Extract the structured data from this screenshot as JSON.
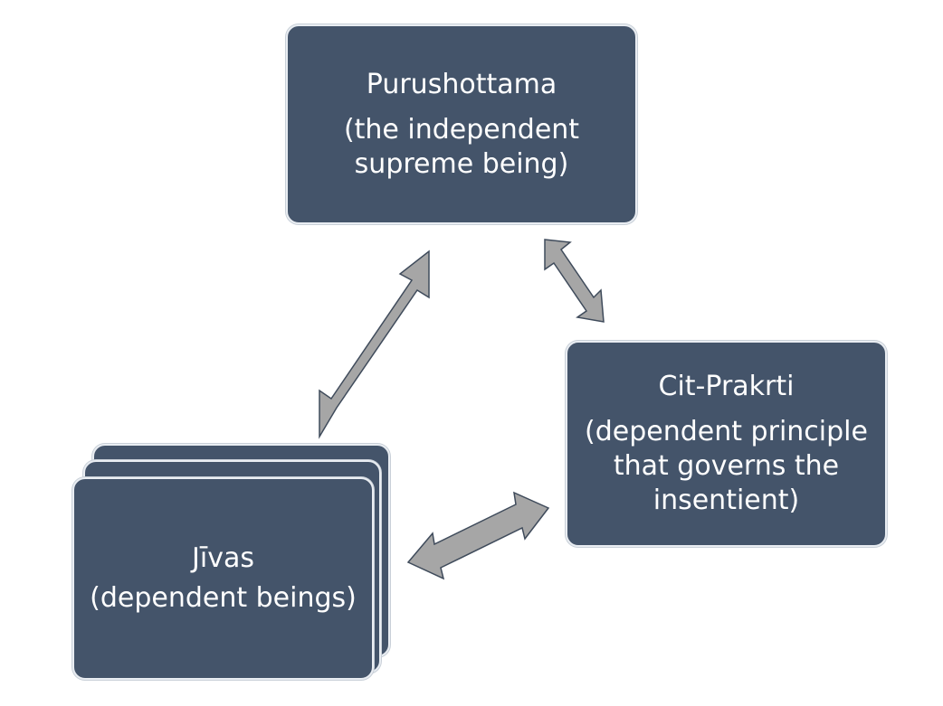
{
  "nodes": {
    "purushottama": {
      "title": "Purushottama",
      "subtitle": "(the independent\nsupreme being)"
    },
    "cit_prakrti": {
      "title": "Cit-Prakrti",
      "subtitle": "(dependent principle\nthat governs the\ninsentient)"
    },
    "jivas": {
      "title": "Jīvas",
      "subtitle": "(dependent beings)"
    }
  },
  "colors": {
    "box_fill": "#44546a",
    "box_border": "#e9edf2",
    "text": "#ffffff",
    "arrow_fill": "#a6a6a6",
    "arrow_stroke": "#3f4b5b"
  }
}
